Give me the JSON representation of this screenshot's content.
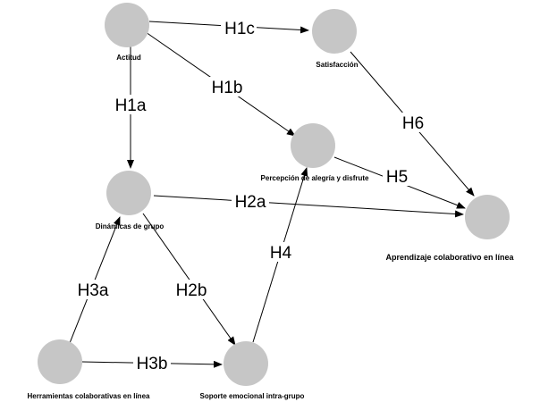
{
  "diagram": {
    "colors": {
      "node": "#c6c6c6",
      "edge": "#000000",
      "background": "#ffffff"
    },
    "nodes": {
      "actitud": "Actitud",
      "satisfaccion": "Satisfacción",
      "percepcion": "Percepción de alegría y disfrute",
      "dinamicas": "Dinámicas de grupo",
      "aprendizaje": "Aprendizaje colaborativo en línea",
      "herramientas": "Herramientas colaborativas en línea",
      "soporte": "Soporte emocional intra-grupo"
    },
    "hypotheses": {
      "h1a": "H1a",
      "h1b": "H1b",
      "h1c": "H1c",
      "h2a": "H2a",
      "h2b": "H2b",
      "h3a": "H3a",
      "h3b": "H3b",
      "h4": "H4",
      "h5": "H5",
      "h6": "H6"
    },
    "edges": [
      {
        "from": "actitud",
        "to": "satisfaccion",
        "label": "h1c"
      },
      {
        "from": "actitud",
        "to": "percepcion",
        "label": "h1b"
      },
      {
        "from": "actitud",
        "to": "dinamicas",
        "label": "h1a"
      },
      {
        "from": "satisfaccion",
        "to": "aprendizaje",
        "label": "h6"
      },
      {
        "from": "percepcion",
        "to": "aprendizaje",
        "label": "h5"
      },
      {
        "from": "dinamicas",
        "to": "aprendizaje",
        "label": "h2a"
      },
      {
        "from": "dinamicas",
        "to": "soporte",
        "label": "h2b"
      },
      {
        "from": "herramientas",
        "to": "dinamicas",
        "label": "h3a"
      },
      {
        "from": "herramientas",
        "to": "soporte",
        "label": "h3b"
      },
      {
        "from": "soporte",
        "to": "percepcion",
        "label": "h4"
      }
    ]
  }
}
